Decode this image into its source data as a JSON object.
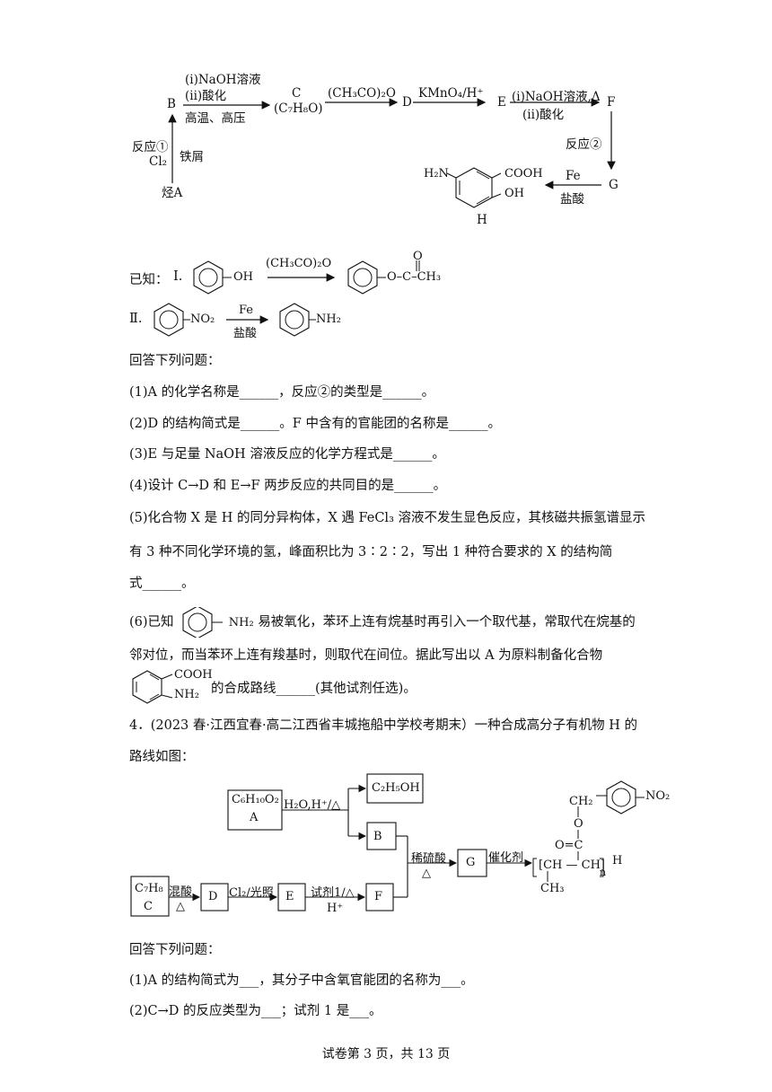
{
  "scheme1": {
    "step1_reagents": "(i)NaOH溶液",
    "step1_acid": "(ii)酸化",
    "step1_cond": "高温、高压",
    "C_label": "C",
    "C_formula": "(C₇H₈O)",
    "step2_reagent": "(CH₃CO)₂O",
    "D_label": "D",
    "step3_reagent": "KMnO₄/H⁺",
    "E_label": "E",
    "step4_reagents": "(i)NaOH溶液,Δ",
    "step4_acid": "(ii)酸化",
    "F_label": "F",
    "B_label": "B",
    "rxn1_label": "反应①",
    "rxn1_cl2": "Cl₂",
    "rxn1_cat": "铁屑",
    "A_label": "烃A",
    "rxn2_label": "反应②",
    "G_label": "G",
    "fe": "Fe",
    "hcl": "盐酸",
    "H_label": "H",
    "H_nh2": "H₂N",
    "H_cooh": "COOH",
    "H_oh": "OH"
  },
  "known": {
    "prefix": "已知：",
    "item1": "Ⅰ.",
    "item1_oh": "OH",
    "item1_reagent": "(CH₃CO)₂O",
    "item1_o": "O",
    "item1_product": "O–C–CH₃",
    "item2": "Ⅱ.",
    "item2_no2": "NO₂",
    "item2_fe": "Fe",
    "item2_hcl": "盐酸",
    "item2_nh2": "NH₂"
  },
  "q3": {
    "intro": "回答下列问题：",
    "p1": "(1)A 的化学名称是______，反应②的类型是______。",
    "p2": "(2)D 的结构简式是______。F 中含有的官能团的名称是______。",
    "p3": "(3)E 与足量 NaOH 溶液反应的化学方程式是______。",
    "p4": "(4)设计 C→D 和 E→F 两步反应的共同目的是______。",
    "p5a": "(5)化合物 X 是 H 的同分异构体，X 遇 FeCl₃ 溶液不发生显色反应，其核磁共振氢谱显示",
    "p5b": "有 3 种不同化学环境的氢，峰面积比为 3∶2∶2，写出 1 种符合要求的 X 的结构简",
    "p5c": "式______。",
    "p6a_pre": "(6)已知",
    "p6a_nh2": "NH₂",
    "p6a_post": "易被氧化，苯环上连有烷基时再引入一个取代基，常取代在烷基的",
    "p6b": "邻对位，而当苯环上连有羧基时，则取代在间位。据此写出以 A 为原料制备化合物",
    "p6c_cooh": "COOH",
    "p6c_nh2": "NH₂",
    "p6c_post": "的合成路线______(其他试剂任选)。"
  },
  "q4": {
    "title_a": "4．(2023 春·江西宜春·高二江西省丰城拖船中学校考期末）一种合成高分子有机物 H 的",
    "title_b": "路线如图：",
    "A_formula": "C₆H₁₀O₂",
    "A_label": "A",
    "hydrolysis": "H₂O,H⁺/△",
    "ethanol": "C₂H₅OH",
    "B_label": "B",
    "C_formula": "C₇H₈",
    "C_label": "C",
    "mixed_acid": "混酸",
    "delta": "△",
    "D_label": "D",
    "cl2_light": "Cl₂/光照",
    "E_label": "E",
    "reagent1": "试剂1/△",
    "h_plus": "H⁺",
    "F_label": "F",
    "dil_acid": "稀硫酸",
    "G_label": "G",
    "catalyst": "催化剂",
    "H_label": "H",
    "H_ch2": "CH₂",
    "H_no2": "NO₂",
    "H_o": "O",
    "H_co": "O=C",
    "H_chain": "[CH — CH]",
    "H_n": "n",
    "H_ch3": "CH₃",
    "intro": "回答下列问题：",
    "p1": "(1)A 的结构简式为___，其分子中含氧官能团的名称为___。",
    "p2": "(2)C→D 的反应类型为___；试剂 1 是___。"
  },
  "footer": "试卷第 3 页，共 13 页"
}
